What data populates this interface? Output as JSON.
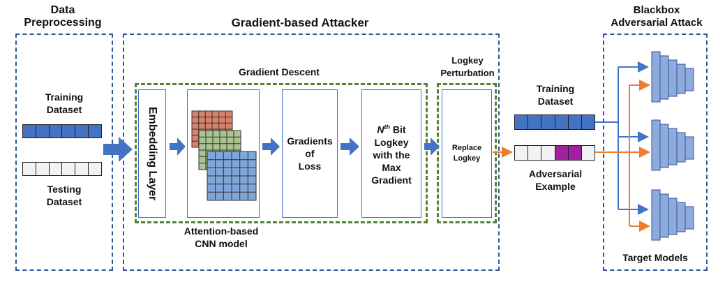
{
  "sections": {
    "preprocessing_title": [
      "Data",
      "Preprocessing"
    ],
    "attacker_title": "Gradient-based Attacker",
    "blackbox_title": [
      "Blackbox",
      "Adversarial Attack"
    ]
  },
  "preprocessing": {
    "training_label": [
      "Training",
      "Dataset"
    ],
    "testing_label": [
      "Testing",
      "Dataset"
    ]
  },
  "attacker": {
    "gradient_descent_label": "Gradient Descent",
    "embedding_layer": "Embedding Layer",
    "cnn_label": [
      "Attention-based",
      "CNN model"
    ],
    "gradients_of_loss": [
      "Gradients",
      "of",
      "Loss"
    ],
    "nth_bit": {
      "n": "N",
      "th": "th",
      "bit": " Bit"
    },
    "nth_rest": [
      "Logkey",
      "with the",
      "Max",
      "Gradient"
    ],
    "perturbation_label": [
      "Logkey",
      "Perturbation"
    ],
    "replace_logkey": [
      "Replace",
      "Logkey"
    ]
  },
  "outputs": {
    "training_label": [
      "Training",
      "Dataset"
    ],
    "adversarial_label": [
      "Adversarial",
      "Example"
    ]
  },
  "blackbox": {
    "target_models": "Target Models"
  },
  "colors": {
    "blue_cell": "#4472c4",
    "magenta_cell": "#a020a0",
    "arrow_blue": "#4472c4",
    "arrow_orange": "#ed7d31",
    "grid_red": "#d9826a",
    "grid_green": "#a9c48e",
    "grid_blue": "#7ea6d8"
  }
}
